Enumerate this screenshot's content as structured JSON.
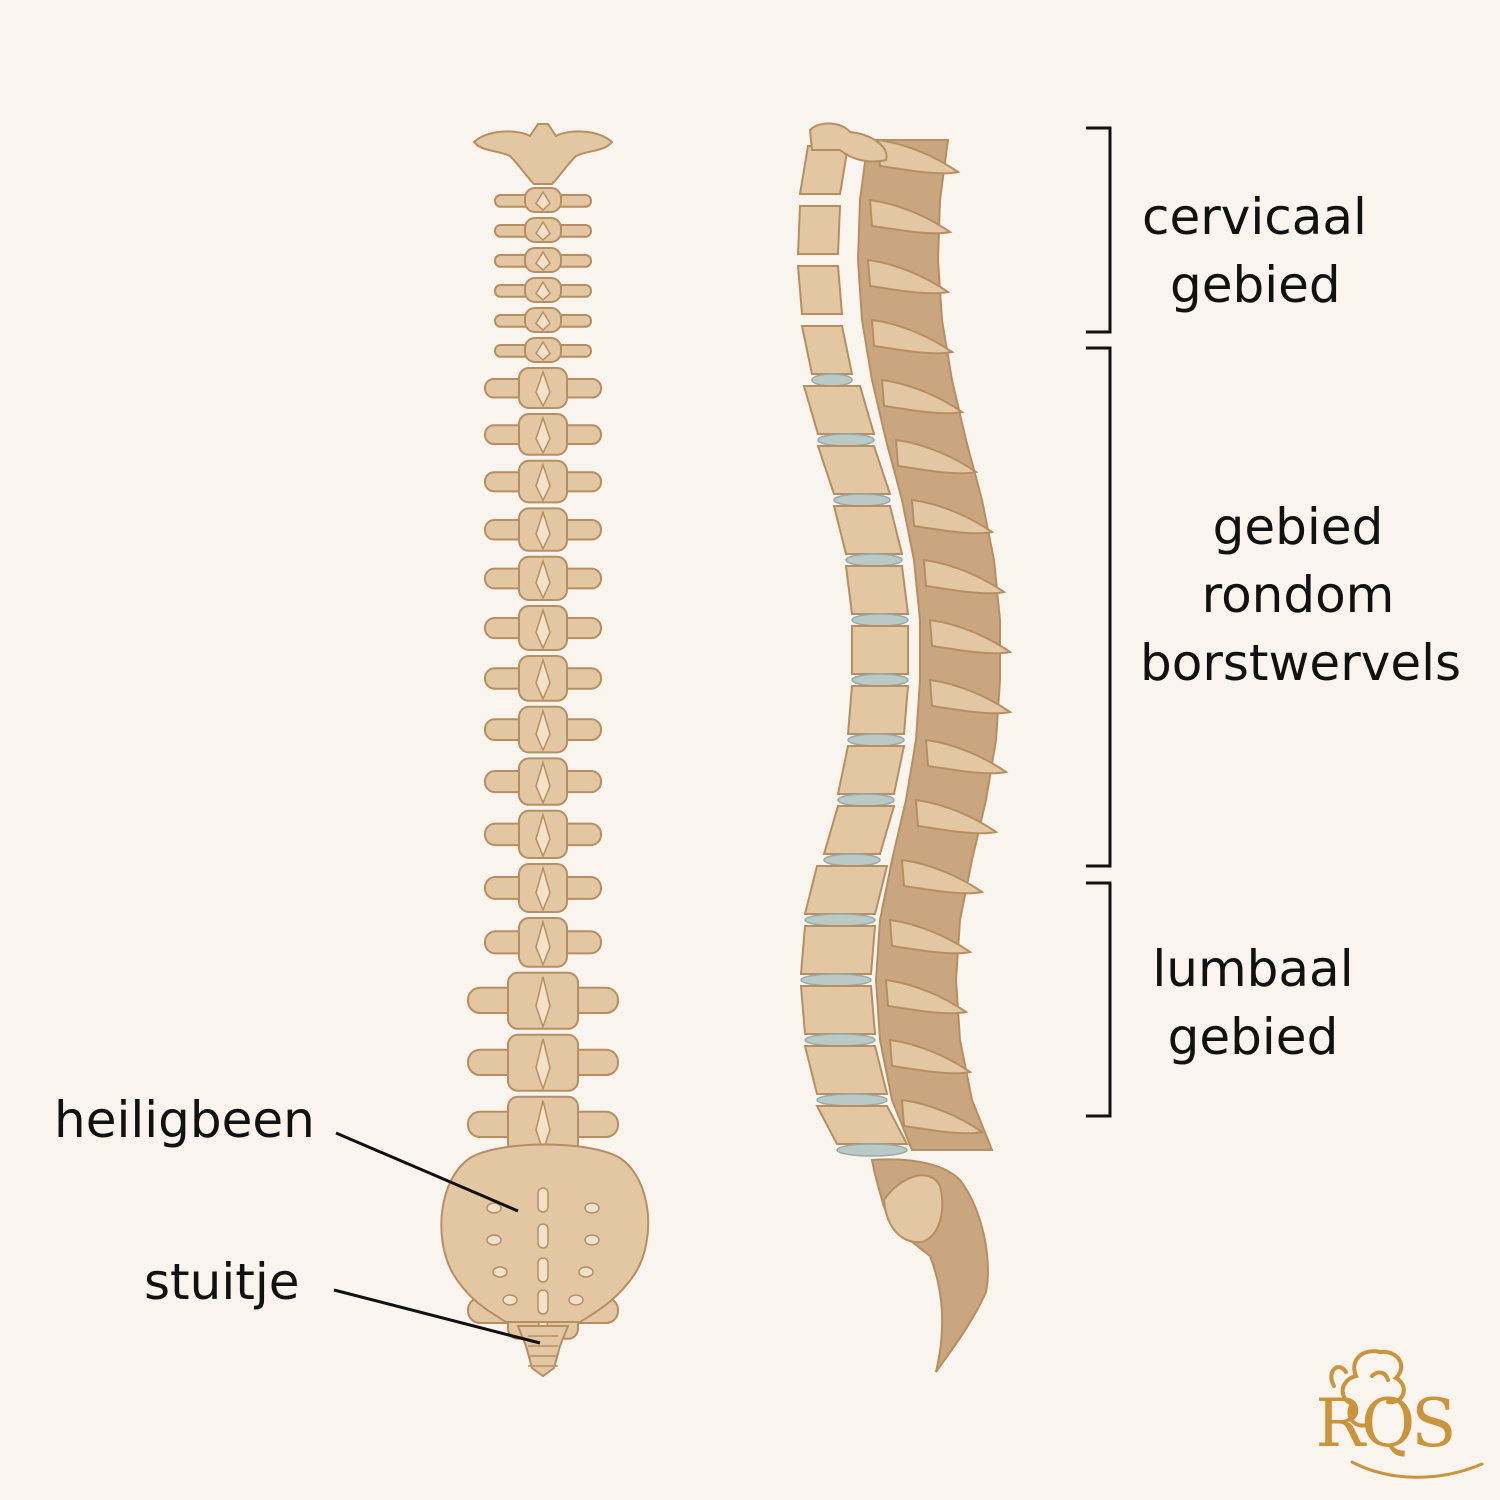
{
  "colors": {
    "background": "#f9f4ee",
    "bone": "#e3c7a3",
    "bone_shadow": "#c9a67f",
    "outline": "#b78e62",
    "disc": "#b9c9c6",
    "ink": "#111111",
    "logo_gold": "#c9943c"
  },
  "regions": {
    "cervical": [
      "cervicaal",
      "gebied"
    ],
    "thoracic": [
      "gebied",
      "rondom",
      "borstwervels"
    ],
    "lumbar": [
      "lumbaal",
      "gebied"
    ]
  },
  "callouts": {
    "sacrum": "heiligbeen",
    "coccyx": "stuitje"
  },
  "logo": {
    "text": "RQS",
    "icon": "lion-icon"
  }
}
